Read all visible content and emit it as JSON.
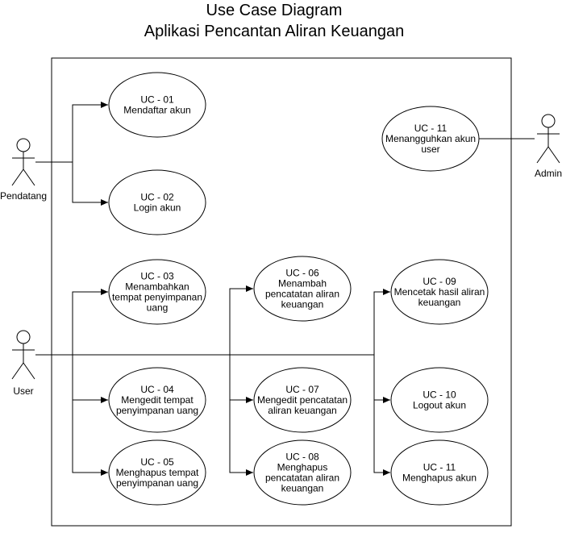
{
  "title": {
    "line1": "Use Case Diagram",
    "line2": "Aplikasi Pencantan Aliran Keuangan"
  },
  "actors": {
    "pendatang": "Pendatang",
    "user": "User",
    "admin": "Admin"
  },
  "use_cases": [
    {
      "id": "UC - 01",
      "lines": [
        "Mendaftar akun"
      ]
    },
    {
      "id": "UC - 02",
      "lines": [
        "Login akun"
      ]
    },
    {
      "id": "UC - 03",
      "lines": [
        "Menambahkan",
        "tempat penyimpanan",
        "uang"
      ]
    },
    {
      "id": "UC - 04",
      "lines": [
        "Mengedit tempat",
        "penyimpanan uang"
      ]
    },
    {
      "id": "UC - 05",
      "lines": [
        "Menghapus tempat",
        "penyimpanan uang"
      ]
    },
    {
      "id": "UC - 06",
      "lines": [
        "Menambah",
        "pencatatan aliran",
        "keuangan"
      ]
    },
    {
      "id": "UC - 07",
      "lines": [
        "Mengedit pencatatan",
        "aliran keuangan"
      ]
    },
    {
      "id": "UC - 08",
      "lines": [
        "Menghapus",
        "pencatatan aliran",
        "keuangan"
      ]
    },
    {
      "id": "UC - 09",
      "lines": [
        "Mencetak hasil aliran",
        "keuangan"
      ]
    },
    {
      "id": "UC - 10",
      "lines": [
        "Logout akun"
      ]
    },
    {
      "id": "UC - 11",
      "lines": [
        "Menghapus akun"
      ]
    },
    {
      "id": "UC - 11",
      "lines": [
        "Menangguhkan akun",
        "user"
      ]
    }
  ]
}
